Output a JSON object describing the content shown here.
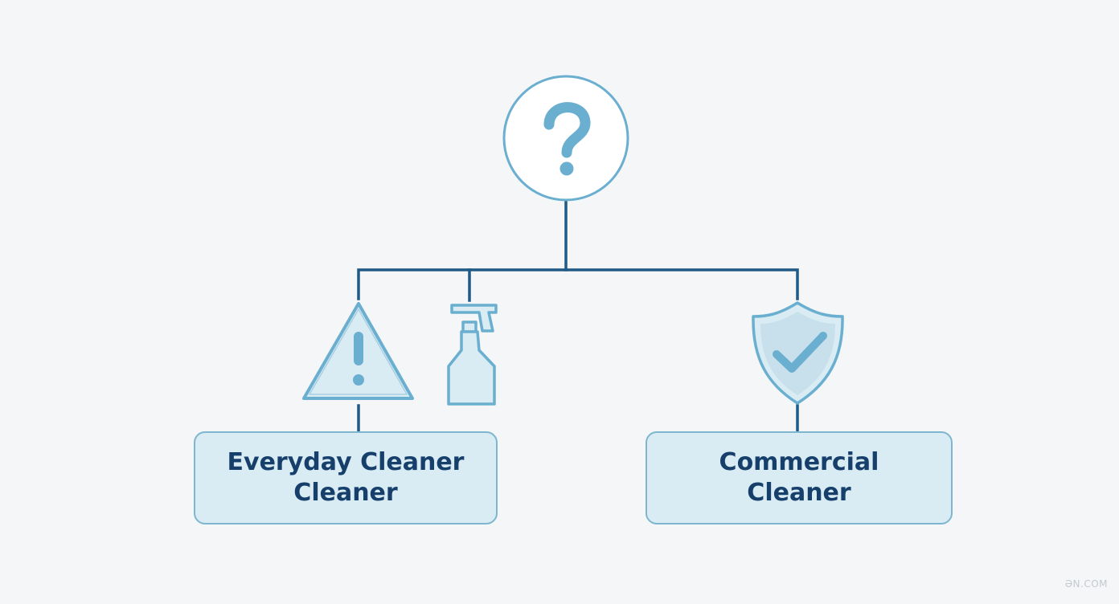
{
  "colors": {
    "background": "#f4f6f8",
    "connector": "#1f5a87",
    "icon_stroke": "#6aafd0",
    "icon_fill": "#d9ebf3",
    "box_fill": "#d9ebf3",
    "box_border": "#7fb6cf",
    "box_text": "#163f6b"
  },
  "icons": {
    "root": "question-mark-icon",
    "left_warning": "warning-triangle-icon",
    "left_spray": "spray-bottle-icon",
    "right": "shield-check-icon"
  },
  "nodes": {
    "left": {
      "line1": "Everyday Cleaner",
      "line2": "Cleaner"
    },
    "right": {
      "line1": "Commercial",
      "line2": "Cleaner"
    }
  },
  "root_symbol": "?",
  "watermark": "ƏN.COM"
}
